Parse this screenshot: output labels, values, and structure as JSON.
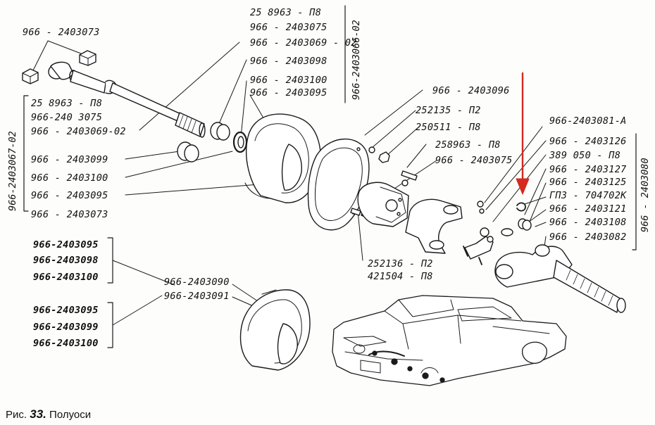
{
  "labels": {
    "top_left_nut": "966 - 2403073",
    "top_group_1": "25 8963 - П8",
    "top_group_2": "966 - 2403075",
    "top_group_3": "966 - 2403069 - 02",
    "top_group_4": "966 - 2403098",
    "top_group_5": "966 - 2403100",
    "top_group_6": "966 - 2403095",
    "vertical_top": "966-2403066-02",
    "left_group_1": "25 8963 - П8",
    "left_group_2": "966-240 3075",
    "left_group_3": "966 - 2403069-02",
    "vertical_left": "966-2403067-02",
    "left_4": "966 - 2403099",
    "left_5": "966 - 2403100",
    "left_6": "966 - 2403095",
    "left_7": "966 - 2403073",
    "mid_1": "966 - 2403096",
    "mid_2": "252135 - П2",
    "mid_3": "250511 - П8",
    "mid_4": "258963 - П8",
    "mid_5": "966 - 2403075",
    "right_1": "966-2403081-А",
    "right_2": "966 - 2403126",
    "right_3": "389 050 - П8",
    "right_4": "966 - 2403127",
    "right_5": "966 - 2403125",
    "right_6": "ГПЗ - 704702К",
    "right_7": "966 - 2403121",
    "right_8": "966 - 2403108",
    "right_9": "966 - 2403082",
    "vertical_right": "966 - 2403080",
    "bottom_mid_1": "252136 - П2",
    "bottom_mid_2": "421504 - П8",
    "set1_a": "966-2403095",
    "set1_b": "966-2403098",
    "set1_c": "966-2403100",
    "set2_a": "966-2403095",
    "set2_b": "966-2403099",
    "set2_c": "966-2403100",
    "assembly_1": "966-2403090",
    "assembly_2": "966-2403091"
  },
  "caption": {
    "prefix": "Рис.",
    "number": "33.",
    "title": "Полуоси"
  },
  "colors": {
    "ink": "#1a1a1a",
    "arrow": "#d42a1f",
    "paper": "#fdfdfb"
  }
}
